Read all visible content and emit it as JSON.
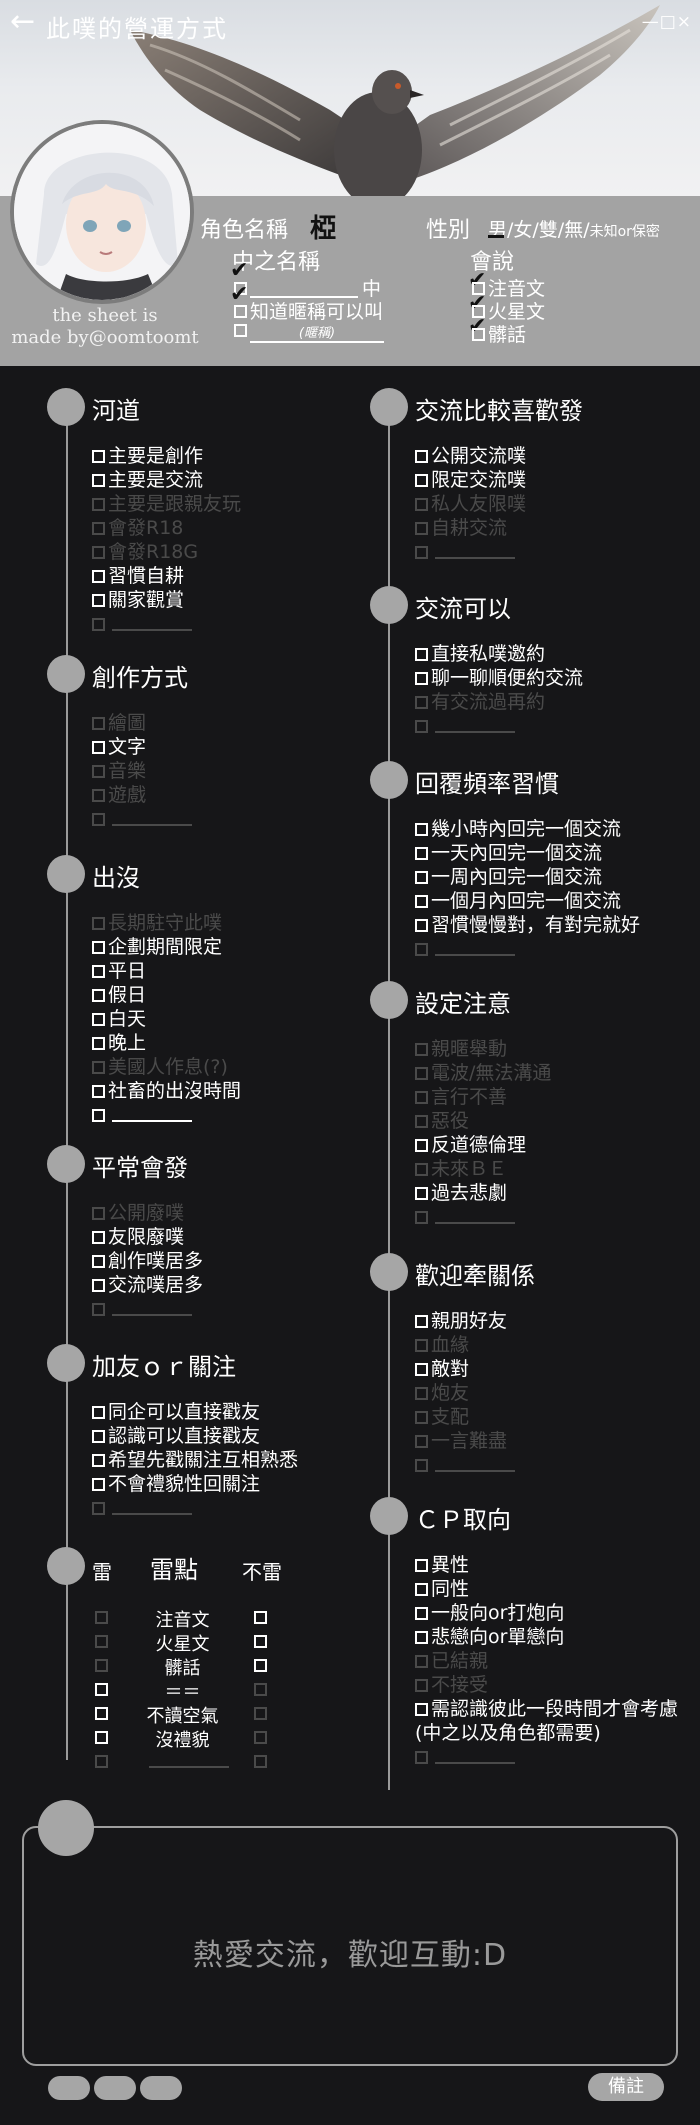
{
  "header": {
    "back_icon": "←",
    "title": "此噗的營運方式",
    "window_controls": "—□×"
  },
  "profile": {
    "credit_line1": "the sheet is",
    "credit_line2": "made by@oomtoomt",
    "role_label": "角色名稱",
    "role_value": "椏",
    "gender_label": "性別",
    "gender_options": "男/女/雙/無/",
    "gender_extra": "未知or保密",
    "middle_name_label": "中之名稱",
    "middle_suffix": "中",
    "nickname_ok": "知道暱稱可以叫",
    "nickname_hint": "(暱稱)",
    "speaks_label": "會說",
    "speaks": [
      "注音文",
      "火星文",
      "髒話"
    ]
  },
  "left": {
    "sections": [
      {
        "title": "河道",
        "items": [
          {
            "t": "主要是創作",
            "on": true
          },
          {
            "t": "主要是交流",
            "on": true
          },
          {
            "t": "主要是跟親友玩",
            "on": false
          },
          {
            "t": "會發R18",
            "on": false
          },
          {
            "t": "會發R18G",
            "on": false
          },
          {
            "t": "習慣自耕",
            "on": true
          },
          {
            "t": "關家觀賞",
            "on": true
          }
        ]
      },
      {
        "title": "創作方式",
        "items": [
          {
            "t": "繪圖",
            "on": false
          },
          {
            "t": "文字",
            "on": true
          },
          {
            "t": "音樂",
            "on": false
          },
          {
            "t": "遊戲",
            "on": false
          }
        ]
      },
      {
        "title": "出沒",
        "items": [
          {
            "t": "長期駐守此噗",
            "on": false
          },
          {
            "t": "企劃期間限定",
            "on": true
          },
          {
            "t": "平日",
            "on": true
          },
          {
            "t": "假日",
            "on": true
          },
          {
            "t": "白天",
            "on": true
          },
          {
            "t": "晚上",
            "on": true
          },
          {
            "t": "美國人作息(?)",
            "on": false
          },
          {
            "t": "社畜的出沒時間",
            "on": true
          }
        ]
      },
      {
        "title": "平常會發",
        "items": [
          {
            "t": "公開廢噗",
            "on": false
          },
          {
            "t": "友限廢噗",
            "on": true
          },
          {
            "t": "創作噗居多",
            "on": true
          },
          {
            "t": "交流噗居多",
            "on": true
          }
        ]
      },
      {
        "title": "加友ｏｒ關注",
        "items": [
          {
            "t": "同企可以直接戳友",
            "on": true
          },
          {
            "t": "認識可以直接戳友",
            "on": true
          },
          {
            "t": "希望先戳關注互相熟悉",
            "on": true
          },
          {
            "t": "不會禮貌性回關注",
            "on": true
          }
        ]
      }
    ],
    "lei": {
      "left_head": "雷",
      "mid_head": "雷點",
      "right_head": "不雷",
      "rows": [
        {
          "t": "注音文",
          "l": false,
          "r": true
        },
        {
          "t": "火星文",
          "l": false,
          "r": true
        },
        {
          "t": "髒話",
          "l": false,
          "r": true
        },
        {
          "t": "＝＝",
          "l": true,
          "r": false
        },
        {
          "t": "不讀空氣",
          "l": true,
          "r": false
        },
        {
          "t": "沒禮貌",
          "l": true,
          "r": false
        }
      ]
    }
  },
  "right": {
    "sections": [
      {
        "title": "交流比較喜歡發",
        "items": [
          {
            "t": "公開交流噗",
            "on": true
          },
          {
            "t": "限定交流噗",
            "on": true
          },
          {
            "t": "私人友限噗",
            "on": false
          },
          {
            "t": "自耕交流",
            "on": false
          }
        ]
      },
      {
        "title": "交流可以",
        "items": [
          {
            "t": "直接私噗邀約",
            "on": true
          },
          {
            "t": "聊一聊順便約交流",
            "on": true
          },
          {
            "t": "有交流過再約",
            "on": false
          }
        ]
      },
      {
        "title": "回覆頻率習慣",
        "items": [
          {
            "t": "幾小時內回完一個交流",
            "on": true
          },
          {
            "t": "一天內回完一個交流",
            "on": true
          },
          {
            "t": "一周內回完一個交流",
            "on": true
          },
          {
            "t": "一個月內回完一個交流",
            "on": true
          },
          {
            "t": "習慣慢慢對，有對完就好",
            "on": true
          }
        ]
      },
      {
        "title": "設定注意",
        "items": [
          {
            "t": "親暱舉動",
            "on": false
          },
          {
            "t": "電波/無法溝通",
            "on": false
          },
          {
            "t": "言行不善",
            "on": false
          },
          {
            "t": "惡役",
            "on": false
          },
          {
            "t": "反道德倫理",
            "on": true
          },
          {
            "t": "未來ＢＥ",
            "on": false
          },
          {
            "t": "過去悲劇",
            "on": true
          }
        ]
      },
      {
        "title": "歡迎牽關係",
        "items": [
          {
            "t": "親朋好友",
            "on": true
          },
          {
            "t": "血緣",
            "on": false
          },
          {
            "t": "敵對",
            "on": true
          },
          {
            "t": "炮友",
            "on": false
          },
          {
            "t": "支配",
            "on": false
          },
          {
            "t": "一言難盡",
            "on": false
          }
        ]
      },
      {
        "title": "ＣＰ取向",
        "items": [
          {
            "t": "異性",
            "on": true
          },
          {
            "t": "同性",
            "on": true
          },
          {
            "t": "一般向or打炮向",
            "on": true
          },
          {
            "t": "悲戀向or單戀向",
            "on": true
          },
          {
            "t": "已結親",
            "on": false
          },
          {
            "t": "不接受",
            "on": false
          },
          {
            "t": "需認識彼此一段時間才會考慮",
            "on": true
          }
        ],
        "extra": "(中之以及角色都需要)"
      }
    ]
  },
  "bottom": {
    "motto": "熱愛交流，歡迎互動:D",
    "note_button": "備註"
  }
}
